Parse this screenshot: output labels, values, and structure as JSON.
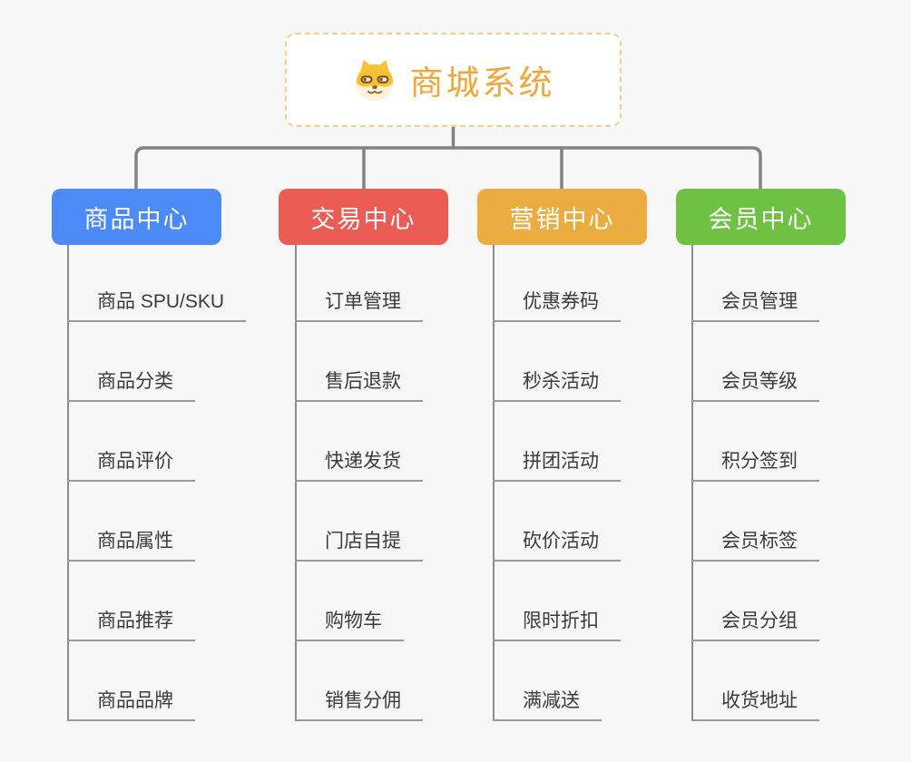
{
  "canvas": {
    "background": "#f7f7f7",
    "connector_color": "#828282",
    "underline_color": "#9a9a9a"
  },
  "root": {
    "title": "商城系统",
    "icon": "shiba-dog-icon",
    "accent_color": "#f0a63c",
    "border_color": "#f6cd8a"
  },
  "branches": [
    {
      "label": "商品中心",
      "color": "#4c8bf5",
      "children": [
        "商品 SPU/SKU",
        "商品分类",
        "商品评价",
        "商品属性",
        "商品推荐",
        "商品品牌"
      ]
    },
    {
      "label": "交易中心",
      "color": "#eb5c55",
      "children": [
        "订单管理",
        "售后退款",
        "快递发货",
        "门店自提",
        "购物车",
        "销售分佣"
      ]
    },
    {
      "label": "营销中心",
      "color": "#ebac40",
      "children": [
        "优惠券码",
        "秒杀活动",
        "拼团活动",
        "砍价活动",
        "限时折扣",
        "满减送"
      ]
    },
    {
      "label": "会员中心",
      "color": "#6ec142",
      "children": [
        "会员管理",
        "会员等级",
        "积分签到",
        "会员标签",
        "会员分组",
        "收货地址"
      ]
    }
  ]
}
